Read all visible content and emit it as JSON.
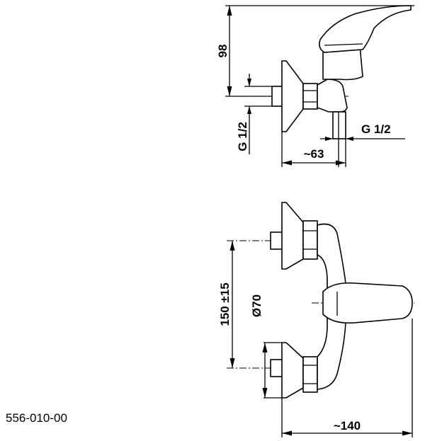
{
  "diagram": {
    "part_number": "556-010-00",
    "side_view": {
      "height_label": "98",
      "inlet_thread_label": "G 1/2",
      "outlet_thread_label": "G 1/2",
      "depth_label": "~63"
    },
    "front_view": {
      "spacing_label": "150 ±15",
      "rosette_diameter_label": "Ø70",
      "width_label": "~140"
    }
  }
}
